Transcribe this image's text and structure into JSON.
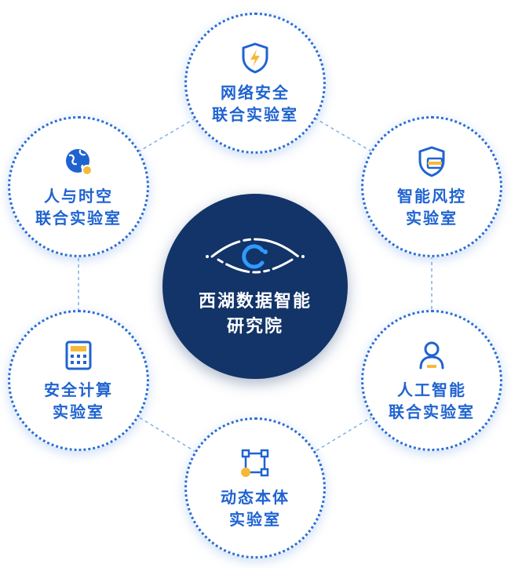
{
  "center": {
    "line1": "西湖数据智能",
    "line2": "研究院",
    "icon": "eye-icon"
  },
  "labs": [
    {
      "line1": "网络安全",
      "line2": "联合实验室",
      "icon": "shield-icon"
    },
    {
      "line1": "智能风控",
      "line2": "实验室",
      "icon": "shield-card-icon"
    },
    {
      "line1": "人工智能",
      "line2": "联合实验室",
      "icon": "user-icon"
    },
    {
      "line1": "动态本体",
      "line2": "实验室",
      "icon": "graph-nodes-icon"
    },
    {
      "line1": "安全计算",
      "line2": "实验室",
      "icon": "calculator-icon"
    },
    {
      "line1": "人与时空",
      "line2": "联合实验室",
      "icon": "globe-icon"
    }
  ],
  "colors": {
    "primary_blue": "#1f63d1",
    "center_navy": "#123468",
    "accent_yellow": "#f5b93a",
    "connector": "#7fb0e8"
  }
}
